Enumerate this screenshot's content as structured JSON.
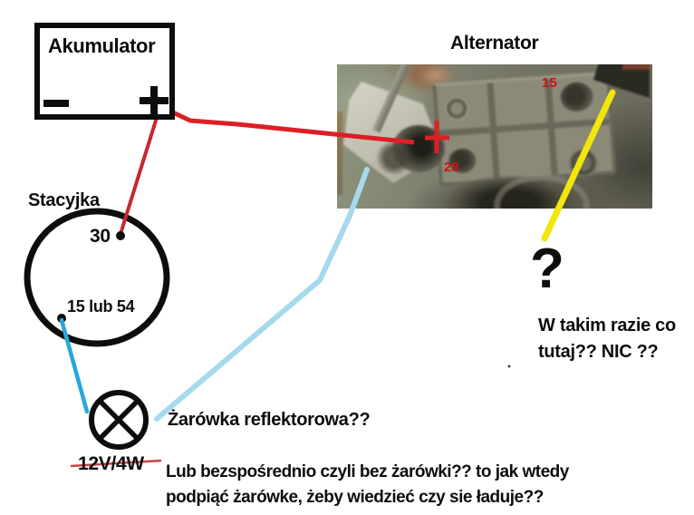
{
  "battery": {
    "title": "Akumulator",
    "minus_symbol": "−",
    "plus_symbol": "+"
  },
  "alternator": {
    "title": "Alternator",
    "terminal_15": "15",
    "terminal_28": "28",
    "plus_mark": "+"
  },
  "ignition": {
    "title": "Stacyjka",
    "pin_30": "30",
    "pin_15_54": "15 lub 54"
  },
  "bulb": {
    "rating": "12V/4W",
    "caption": "Żarówka reflektorowa??"
  },
  "question": {
    "mark": "?",
    "line1": "W takim razie co",
    "line2": "tutaj?? NIC ??"
  },
  "notes": {
    "line1": "Lub bezspośrednio czyli bez żarówki?? to jak wtedy",
    "line2": "podpiąć żarówke, żeby wiedzieć czy sie ładuje??"
  },
  "colors": {
    "ink": "#0d0d0d",
    "wire_battery_alternator": "#dc1f26",
    "wire_battery_ignition": "#c8272e",
    "wire_ignition_bulb": "#2aa7db",
    "wire_alternator_bulb": "#a6d9ec",
    "wire_alternator_question": "#f2e60b",
    "annotation_red": "#cf1313",
    "strikethrough_red": "#c64545"
  }
}
